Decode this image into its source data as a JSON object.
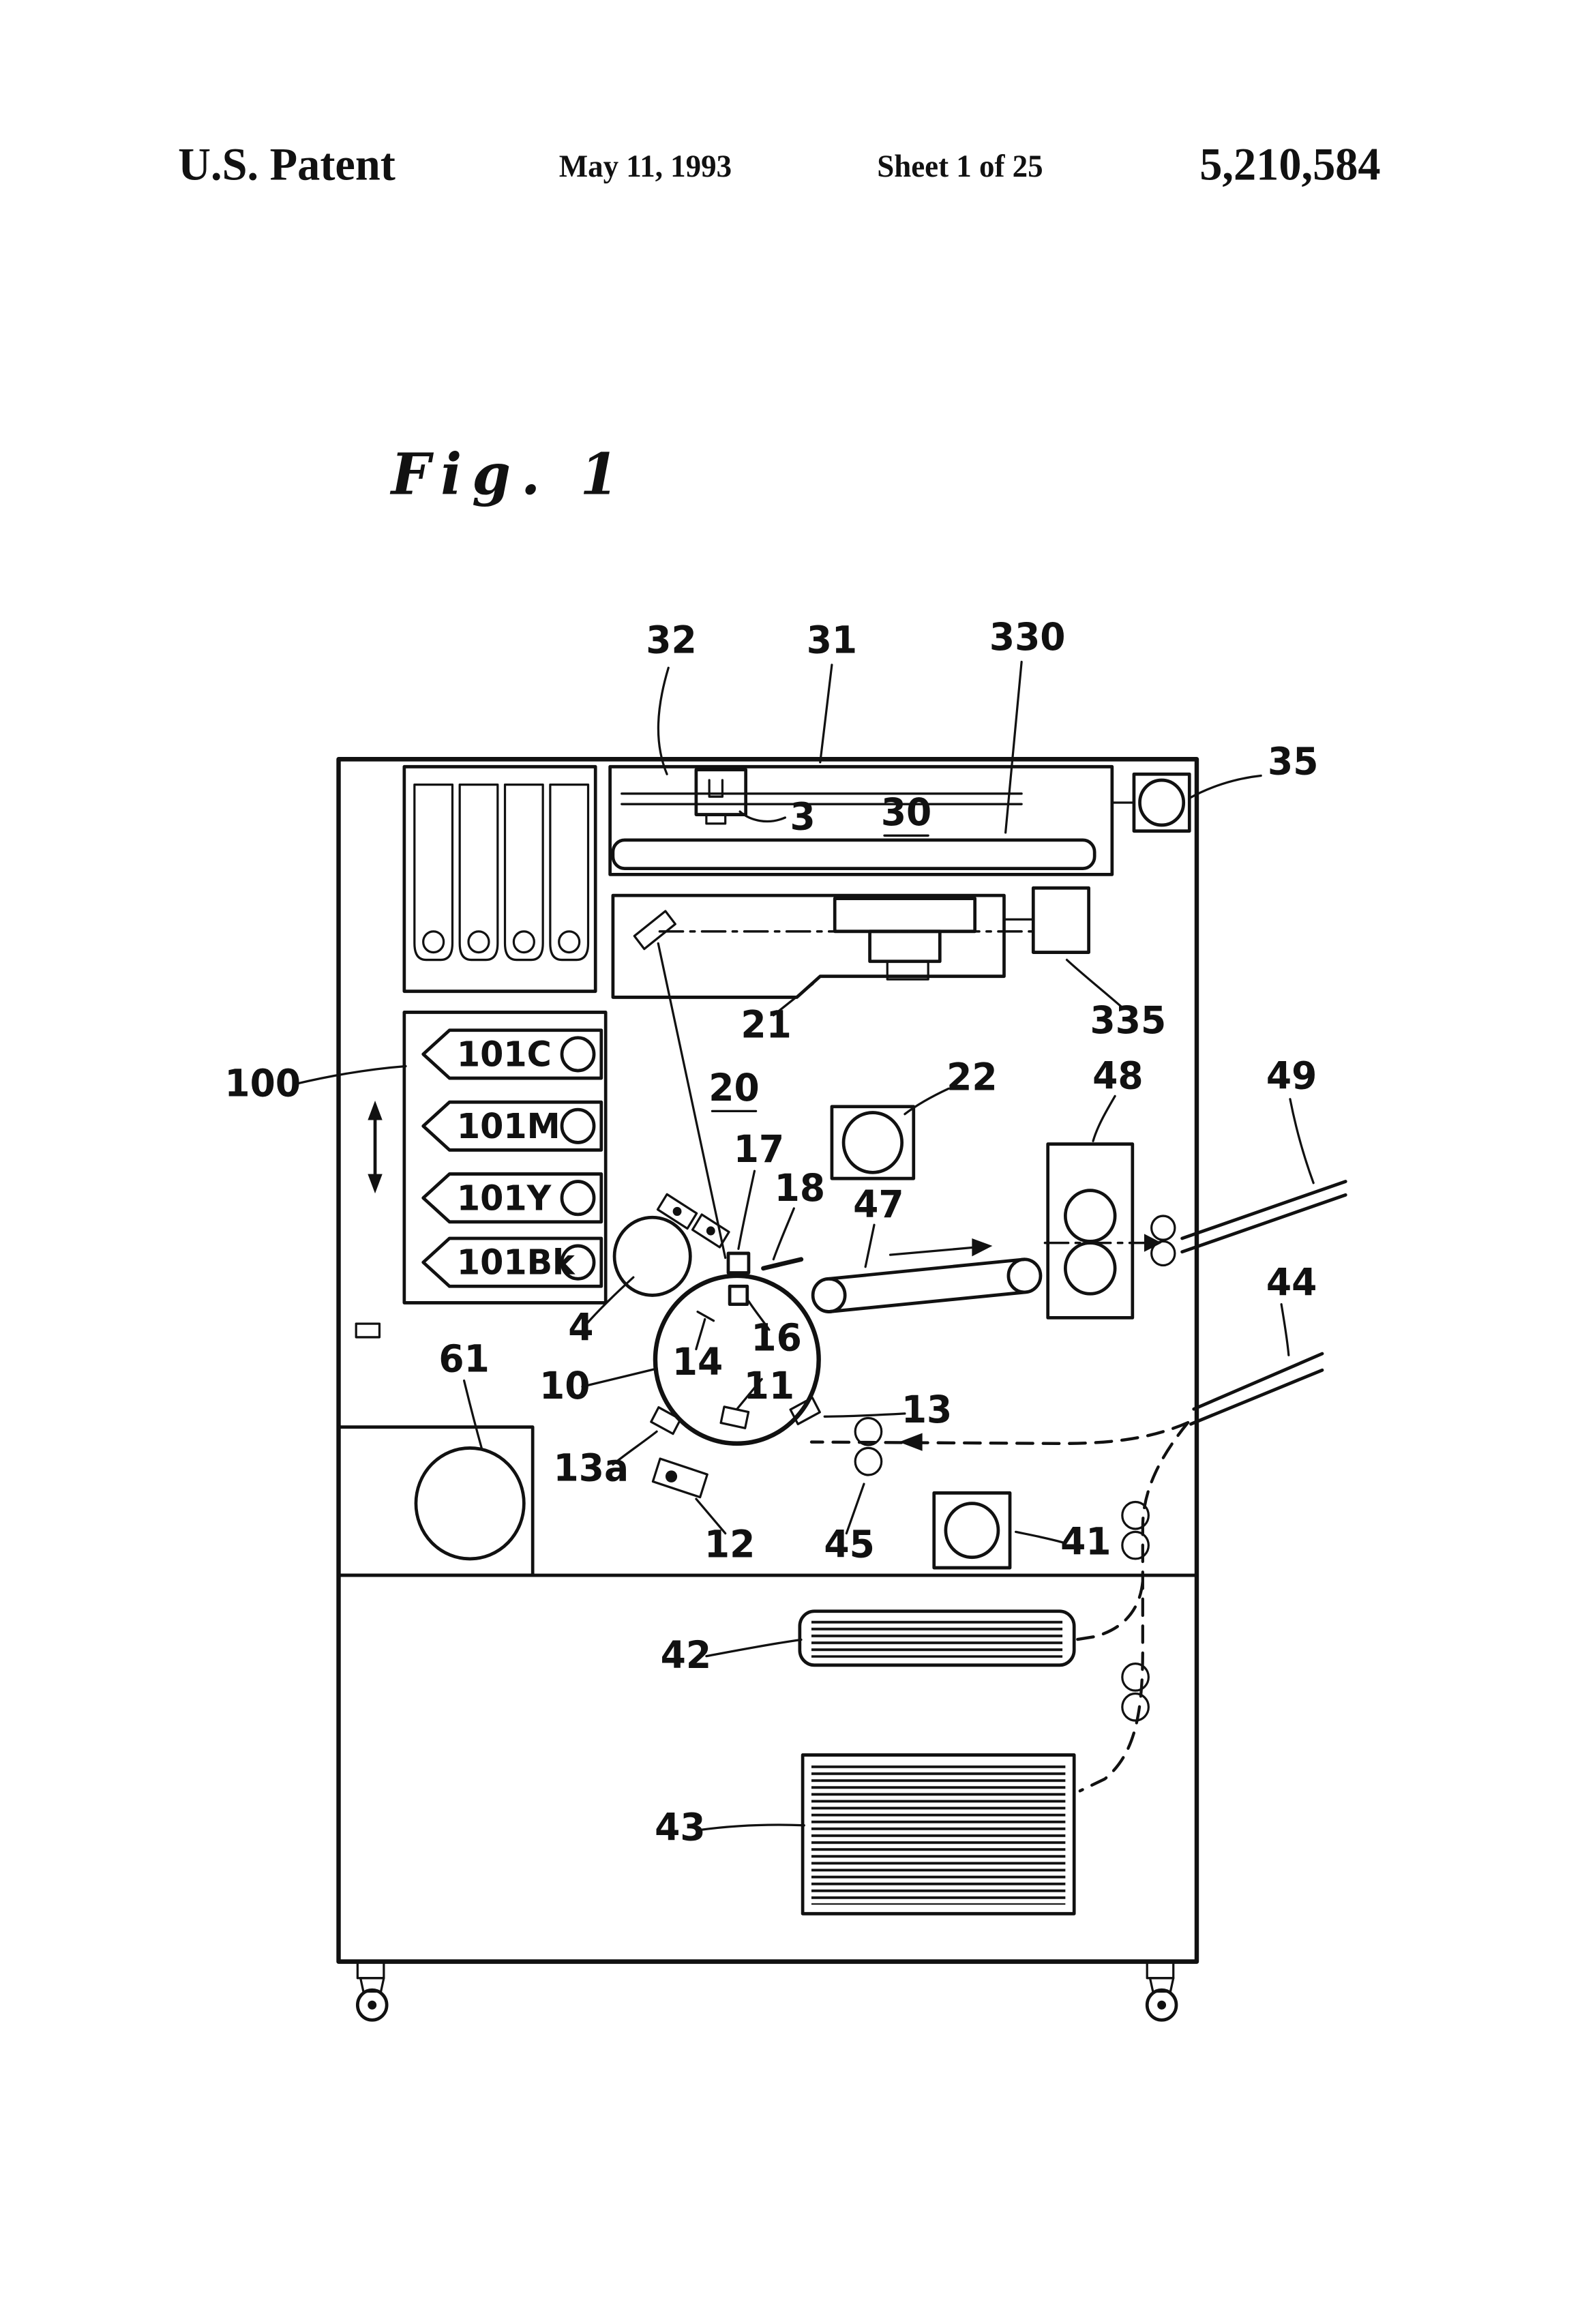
{
  "header": {
    "title": "U.S. Patent",
    "date": "May 11, 1993",
    "sheet": "Sheet 1 of 25",
    "patent_number": "5,210,584"
  },
  "figure": {
    "caption": "Fig. 1"
  },
  "cartridges": [
    {
      "label": "101C"
    },
    {
      "label": "101M"
    },
    {
      "label": "101Y"
    },
    {
      "label": "101Bk"
    }
  ],
  "labels": {
    "32": "32",
    "31": "31",
    "330": "330",
    "35": "35",
    "3": "3",
    "30": "30",
    "21": "21",
    "335": "335",
    "100": "100",
    "20": "20",
    "22": "22",
    "48": "48",
    "49": "49",
    "17": "17",
    "18": "18",
    "47": "47",
    "44": "44",
    "4": "4",
    "14": "14",
    "16": "16",
    "61": "61",
    "10": "10",
    "11": "11",
    "13": "13",
    "13a": "13a",
    "12": "12",
    "45": "45",
    "41": "41",
    "42": "42",
    "43": "43"
  },
  "colors": {
    "ink": "#111111",
    "paper": "#ffffff"
  }
}
